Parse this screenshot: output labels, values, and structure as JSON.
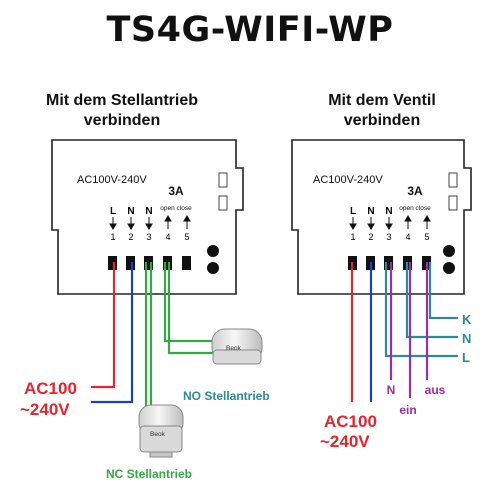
{
  "title": "TS4G-WIFI-WP",
  "colors": {
    "red": "#e8232a",
    "blue": "#1d3fc8",
    "green": "#33a844",
    "purple": "#9b2fa8",
    "teal": "#2a8c94",
    "black": "#111111"
  },
  "left_diagram": {
    "heading_line1": "Mit dem Stellantrieb",
    "heading_line2": "verbinden",
    "voltage": "AC100V-240V",
    "current": "3A",
    "open_close": "open close",
    "terminals": [
      {
        "letter": "L",
        "num": "1",
        "arrow": "down"
      },
      {
        "letter": "N",
        "num": "2",
        "arrow": "down"
      },
      {
        "letter": "N",
        "num": "3",
        "arrow": "down"
      },
      {
        "letter": "",
        "num": "4",
        "arrow": "up"
      },
      {
        "letter": "",
        "num": "5",
        "arrow": "up"
      }
    ],
    "supply_line1": "AC100",
    "supply_line2": "~240V",
    "actuator_no_label": "NO Stellantrieb",
    "actuator_nc_label": "NC Stellantrieb",
    "actuator_brand": "Beok"
  },
  "right_diagram": {
    "heading_line1": "Mit dem Ventil",
    "heading_line2": "verbinden",
    "voltage": "AC100V-240V",
    "current": "3A",
    "open_close": "open close",
    "terminals": [
      {
        "letter": "L",
        "num": "1",
        "arrow": "down"
      },
      {
        "letter": "N",
        "num": "2",
        "arrow": "down"
      },
      {
        "letter": "N",
        "num": "3",
        "arrow": "down"
      },
      {
        "letter": "",
        "num": "4",
        "arrow": "up"
      },
      {
        "letter": "",
        "num": "5",
        "arrow": "up"
      }
    ],
    "supply_line1": "AC100",
    "supply_line2": "~240V",
    "valve_labels": {
      "k": "K",
      "n": "N",
      "l": "L"
    },
    "motor_labels": {
      "n": "N",
      "ein": "ein",
      "aus": "aus"
    }
  }
}
